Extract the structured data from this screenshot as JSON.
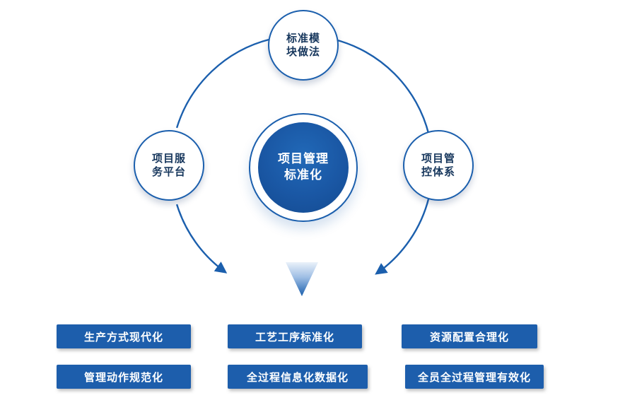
{
  "diagram": {
    "title": "项目管理标准化",
    "center": {
      "line1": "项目管理",
      "line2": "标准化"
    },
    "satellites": [
      {
        "position": "top",
        "line1": "标准模",
        "line2": "块做法"
      },
      {
        "position": "left",
        "line1": "项目服",
        "line2": "务平台"
      },
      {
        "position": "right",
        "line1": "项目管",
        "line2": "控体系"
      }
    ],
    "boxes": [
      {
        "label": "生产方式现代化"
      },
      {
        "label": "工艺工序标准化"
      },
      {
        "label": "资源配置合理化"
      },
      {
        "label": "管理动作规范化"
      },
      {
        "label": "全过程信息化数据化"
      },
      {
        "label": "全员全过程管理有效化"
      }
    ],
    "colors": {
      "primary_blue": "#1b5fad",
      "box_fill": "#1d5eac",
      "center_fill": "#1a57a4",
      "satellite_text": "#17375d",
      "box_text": "#ffffff"
    }
  }
}
